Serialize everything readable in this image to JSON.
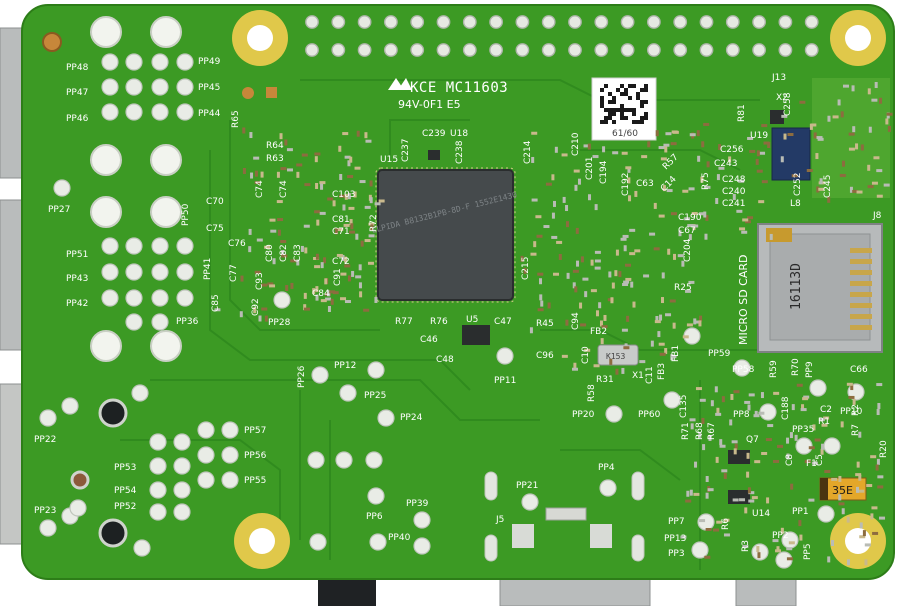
{
  "board": {
    "colors": {
      "pcb": "#3c9a24",
      "pcb_dark": "#2d7d18",
      "mounting_hole_ring": "#e0c84a",
      "chip": "#454a4c",
      "solder_mask_trace": "#2f8a1e"
    },
    "marking_main": "KCE MC11603",
    "marking_sub": "94V-0F1  E5",
    "qr_label": "61/60",
    "chip_text": "ELPIDA B8132B1PB-8D-F 1552E1430",
    "sd_label": "MICRO SD CARD",
    "sd_code": "16113D",
    "cap_label": "35E",
    "crystal_label": "K153",
    "labels": {
      "pp48": "PP48",
      "pp47": "PP47",
      "pp46": "PP46",
      "pp49": "PP49",
      "pp45": "PP45",
      "pp44": "PP44",
      "pp27": "PP27",
      "pp50": "PP50",
      "pp51": "PP51",
      "pp43": "PP43",
      "pp42": "PP42",
      "pp41": "PP41",
      "pp36": "PP36",
      "pp28": "PP28",
      "pp22": "PP22",
      "pp23": "PP23",
      "pp53": "PP53",
      "pp54": "PP54",
      "pp52": "PP52",
      "pp57": "PP57",
      "pp56": "PP56",
      "pp55": "PP55",
      "pp26": "PP26",
      "pp12": "PP12",
      "pp25": "PP25",
      "pp24": "PP24",
      "pp6": "PP6",
      "pp39": "PP39",
      "pp40": "PP40",
      "pp21": "PP21",
      "pp11": "PP11",
      "pp4": "PP4",
      "pp20": "PP20",
      "pp60": "PP60",
      "pp59": "PP59",
      "pp58": "PP58",
      "pp9": "PP9",
      "pp8": "PP8",
      "pp10": "PP10",
      "pp35": "PP35",
      "pp7": "PP7",
      "pp13": "PP13",
      "pp3": "PP3",
      "pp2": "PP2",
      "pp1": "PP1",
      "pp5": "PP5",
      "u5": "U5",
      "u15": "U15",
      "u18": "U18",
      "u19": "U19",
      "u14": "U14",
      "j5": "J5",
      "j8": "J8",
      "j13": "J13",
      "x1": "X1",
      "x2": "X2",
      "q7": "Q7",
      "fb1": "FB1",
      "fb2": "FB2",
      "fb3": "FB3",
      "f1": "F1",
      "r65": "R65",
      "r64": "R64",
      "r63": "R63",
      "r72": "R72",
      "r77": "R77",
      "r76": "R76",
      "r45": "R45",
      "r57": "R57",
      "r75": "R75",
      "r81": "R81",
      "r25": "R25",
      "r58": "R58",
      "r59": "R59",
      "r70": "R70",
      "r31": "R31",
      "r71": "R71",
      "r68": "R68",
      "r67": "R67",
      "r1": "R1",
      "r2": "R2",
      "r3": "R3",
      "r7": "R7",
      "r20": "R20",
      "r6": "R6",
      "c74": "C74",
      "c73": "C74",
      "c70": "C70",
      "c75": "C75",
      "c76": "C76",
      "c77": "C77",
      "c93": "C93",
      "c80": "C80",
      "c82": "C82",
      "c83": "C83",
      "c72": "C72",
      "c91": "C91",
      "c84": "C84",
      "c85": "C85",
      "c92": "C92",
      "c103": "C103",
      "c81": "C81",
      "c71": "C71",
      "c237": "C237",
      "c239": "C239",
      "c238": "C238",
      "c214": "C214",
      "c210": "C210",
      "c201": "C201",
      "c194": "C194",
      "c192": "C192",
      "c63": "C63",
      "c14": "C14",
      "c190": "C190",
      "c67": "C67",
      "c204": "C204",
      "c215": "C215",
      "c47": "C47",
      "c46": "C46",
      "c48": "C48",
      "c96": "C96",
      "c94": "C94",
      "c10": "C10",
      "c11": "C11",
      "c258": "C258",
      "c256": "C256",
      "c243": "C243",
      "c248": "C248",
      "c240": "C240",
      "c241": "C241",
      "c252": "C252",
      "c245": "C245",
      "c66": "C66",
      "c188": "C188",
      "c2": "C2",
      "c8": "C8",
      "c5": "C5",
      "c135": "C135",
      "l8": "L8"
    }
  }
}
